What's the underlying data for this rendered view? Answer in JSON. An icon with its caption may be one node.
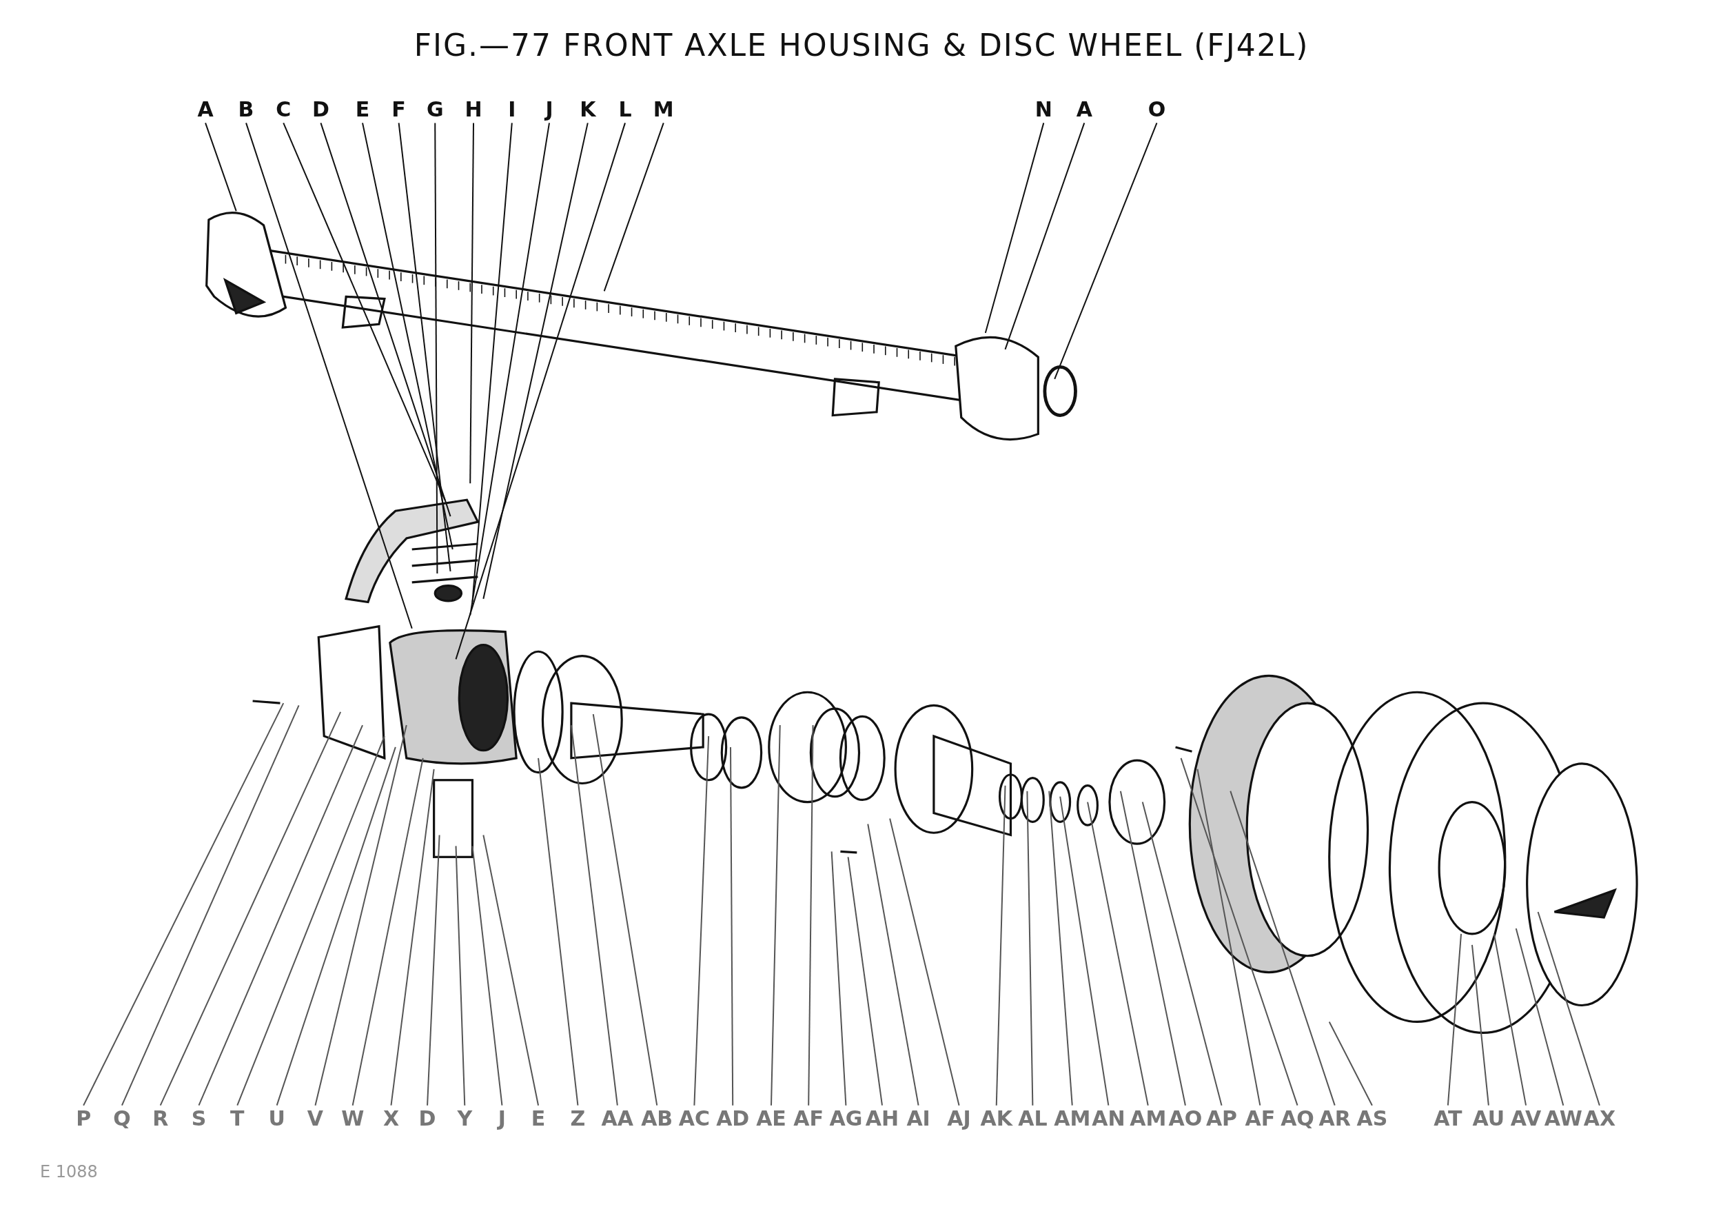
{
  "diagram": {
    "title": "FIG.—77 FRONT AXLE HOUSING & DISC WHEEL (FJ42L)",
    "nodes": [
      {
        "text": [
          "A"
        ]
      },
      {
        "text": [
          "B"
        ]
      },
      {
        "text": [
          "C"
        ]
      },
      {
        "text": [
          "D"
        ]
      },
      {
        "text": [
          "E"
        ]
      },
      {
        "text": [
          "F"
        ]
      },
      {
        "text": [
          "G"
        ]
      },
      {
        "text": [
          "H"
        ]
      },
      {
        "text": [
          "I"
        ]
      },
      {
        "text": [
          "J"
        ]
      },
      {
        "text": [
          "K"
        ]
      },
      {
        "text": [
          "L"
        ]
      },
      {
        "text": [
          "M"
        ]
      },
      {
        "text": [
          "N"
        ]
      },
      {
        "text": [
          "A"
        ]
      },
      {
        "text": [
          "O"
        ]
      },
      {
        "text": [
          "P"
        ]
      },
      {
        "text": [
          "Q"
        ]
      },
      {
        "text": [
          "R"
        ]
      },
      {
        "text": [
          "S"
        ]
      },
      {
        "text": [
          "T"
        ]
      },
      {
        "text": [
          "U"
        ]
      },
      {
        "text": [
          "V"
        ]
      },
      {
        "text": [
          "W"
        ]
      },
      {
        "text": [
          "X"
        ]
      },
      {
        "text": [
          "D"
        ]
      },
      {
        "text": [
          "Y"
        ]
      },
      {
        "text": [
          "J"
        ]
      },
      {
        "text": [
          "E"
        ]
      },
      {
        "text": [
          "Z"
        ]
      },
      {
        "text": [
          "AA"
        ]
      },
      {
        "text": [
          "AB"
        ]
      },
      {
        "text": [
          "AC"
        ]
      },
      {
        "text": [
          "AD"
        ]
      },
      {
        "text": [
          "AE"
        ]
      },
      {
        "text": [
          "AF"
        ]
      },
      {
        "text": [
          "AG"
        ]
      },
      {
        "text": [
          "AH"
        ]
      },
      {
        "text": [
          "AI"
        ]
      },
      {
        "text": [
          "AJ"
        ]
      },
      {
        "text": [
          "AK"
        ]
      },
      {
        "text": [
          "AL"
        ]
      },
      {
        "text": [
          "AM"
        ]
      },
      {
        "text": [
          "AN"
        ]
      },
      {
        "text": [
          "AM"
        ]
      },
      {
        "text": [
          "AO"
        ]
      },
      {
        "text": [
          "AP"
        ]
      },
      {
        "text": [
          "AF"
        ]
      },
      {
        "text": [
          "AQ"
        ]
      },
      {
        "text": [
          "AR"
        ]
      },
      {
        "text": [
          "AS"
        ]
      },
      {
        "text": [
          "AT"
        ]
      },
      {
        "text": [
          "AU"
        ]
      },
      {
        "text": [
          "AV"
        ]
      },
      {
        "text": [
          "AW"
        ]
      },
      {
        "text": [
          "AX"
        ]
      }
    ],
    "edges": [
      {
        "from": 0,
        "to": null,
        "arrow": "none"
      },
      {
        "from": 1,
        "to": null,
        "arrow": "none"
      },
      {
        "from": 2,
        "to": null,
        "arrow": "none"
      },
      {
        "from": 3,
        "to": null,
        "arrow": "none"
      },
      {
        "from": 4,
        "to": null,
        "arrow": "none"
      },
      {
        "from": 5,
        "to": null,
        "arrow": "none"
      },
      {
        "from": 6,
        "to": null,
        "arrow": "none"
      },
      {
        "from": 7,
        "to": null,
        "arrow": "none"
      },
      {
        "from": 8,
        "to": null,
        "arrow": "none"
      },
      {
        "from": 9,
        "to": null,
        "arrow": "none"
      },
      {
        "from": 10,
        "to": null,
        "arrow": "none"
      },
      {
        "from": 11,
        "to": null,
        "arrow": "none"
      },
      {
        "from": 12,
        "to": null,
        "arrow": "none"
      },
      {
        "from": 13,
        "to": null,
        "arrow": "none"
      },
      {
        "from": 14,
        "to": null,
        "arrow": "none"
      },
      {
        "from": 15,
        "to": null,
        "arrow": "none"
      },
      {
        "from": 16,
        "to": null,
        "arrow": "none"
      },
      {
        "from": 17,
        "to": null,
        "arrow": "none"
      },
      {
        "from": 18,
        "to": null,
        "arrow": "none"
      },
      {
        "from": 19,
        "to": null,
        "arrow": "none"
      },
      {
        "from": 20,
        "to": null,
        "arrow": "none"
      },
      {
        "from": 21,
        "to": null,
        "arrow": "none"
      },
      {
        "from": 22,
        "to": null,
        "arrow": "none"
      },
      {
        "from": 23,
        "to": null,
        "arrow": "none"
      },
      {
        "from": 24,
        "to": null,
        "arrow": "none"
      },
      {
        "from": 25,
        "to": null,
        "arrow": "none"
      },
      {
        "from": 26,
        "to": null,
        "arrow": "none"
      },
      {
        "from": 27,
        "to": null,
        "arrow": "none"
      },
      {
        "from": 28,
        "to": null,
        "arrow": "none"
      },
      {
        "from": 29,
        "to": null,
        "arrow": "none"
      },
      {
        "from": 30,
        "to": null,
        "arrow": "none"
      },
      {
        "from": 31,
        "to": null,
        "arrow": "none"
      },
      {
        "from": 32,
        "to": null,
        "arrow": "none"
      },
      {
        "from": 33,
        "to": null,
        "arrow": "none"
      },
      {
        "from": 34,
        "to": null,
        "arrow": "none"
      },
      {
        "from": 35,
        "to": null,
        "arrow": "none"
      },
      {
        "from": 36,
        "to": null,
        "arrow": "none"
      },
      {
        "from": 37,
        "to": null,
        "arrow": "none"
      },
      {
        "from": 38,
        "to": null,
        "arrow": "none"
      },
      {
        "from": 39,
        "to": null,
        "arrow": "none"
      },
      {
        "from": 40,
        "to": null,
        "arrow": "none"
      },
      {
        "from": 41,
        "to": null,
        "arrow": "none"
      },
      {
        "from": 42,
        "to": null,
        "arrow": "none"
      },
      {
        "from": 43,
        "to": null,
        "arrow": "none"
      },
      {
        "from": 44,
        "to": null,
        "arrow": "none"
      },
      {
        "from": 45,
        "to": null,
        "arrow": "none"
      },
      {
        "from": 46,
        "to": null,
        "arrow": "none"
      },
      {
        "from": 47,
        "to": null,
        "arrow": "none"
      },
      {
        "from": 48,
        "to": null,
        "arrow": "none"
      },
      {
        "from": 49,
        "to": null,
        "arrow": "none"
      },
      {
        "from": 50,
        "to": null,
        "arrow": "none"
      },
      {
        "from": 51,
        "to": null,
        "arrow": "none"
      },
      {
        "from": 52,
        "to": null,
        "arrow": "none"
      },
      {
        "from": 53,
        "to": null,
        "arrow": "none"
      },
      {
        "from": 54,
        "to": null,
        "arrow": "none"
      },
      {
        "from": 55,
        "to": null,
        "arrow": "none"
      }
    ],
    "labels": [
      "E 1088"
    ]
  }
}
